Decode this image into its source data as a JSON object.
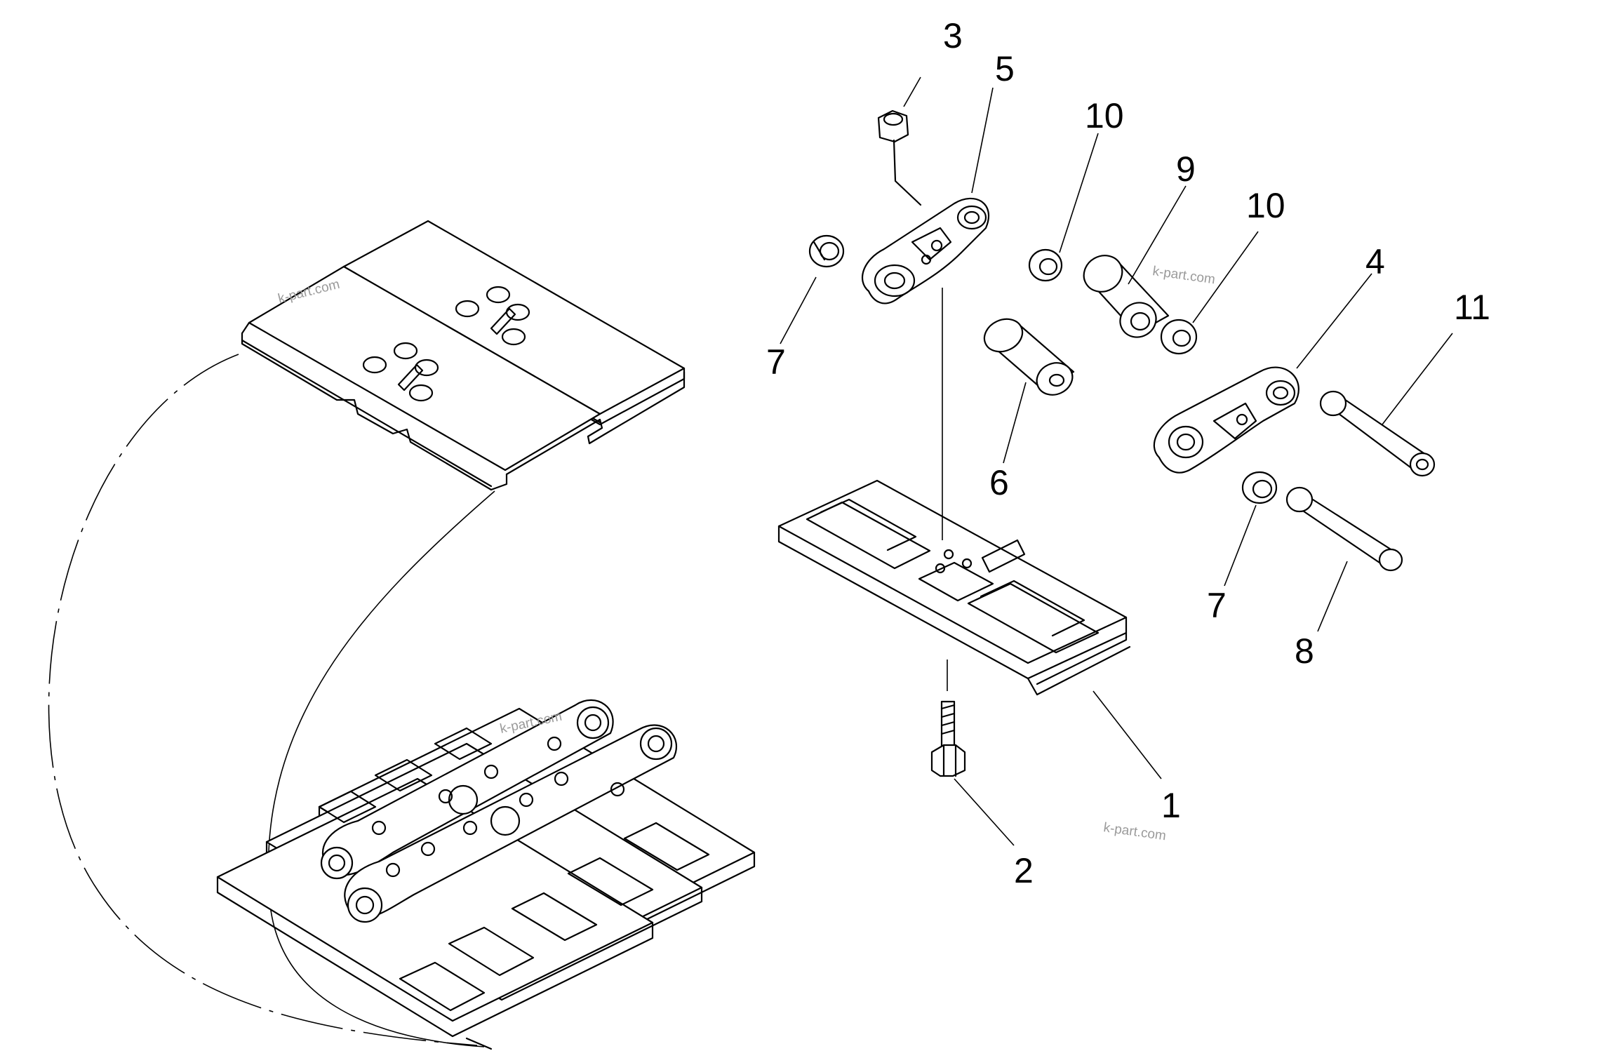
{
  "callouts": {
    "c1": "1",
    "c2": "2",
    "c3": "3",
    "c4": "4",
    "c5": "5",
    "c6": "6",
    "c7a": "7",
    "c7b": "7",
    "c8": "8",
    "c9": "9",
    "c10a": "10",
    "c10b": "10",
    "c11": "11"
  },
  "watermarks": {
    "w1": "k-part.com",
    "w2": "k-part.com",
    "w3": "k-part.com",
    "w4": "k-part.com"
  }
}
